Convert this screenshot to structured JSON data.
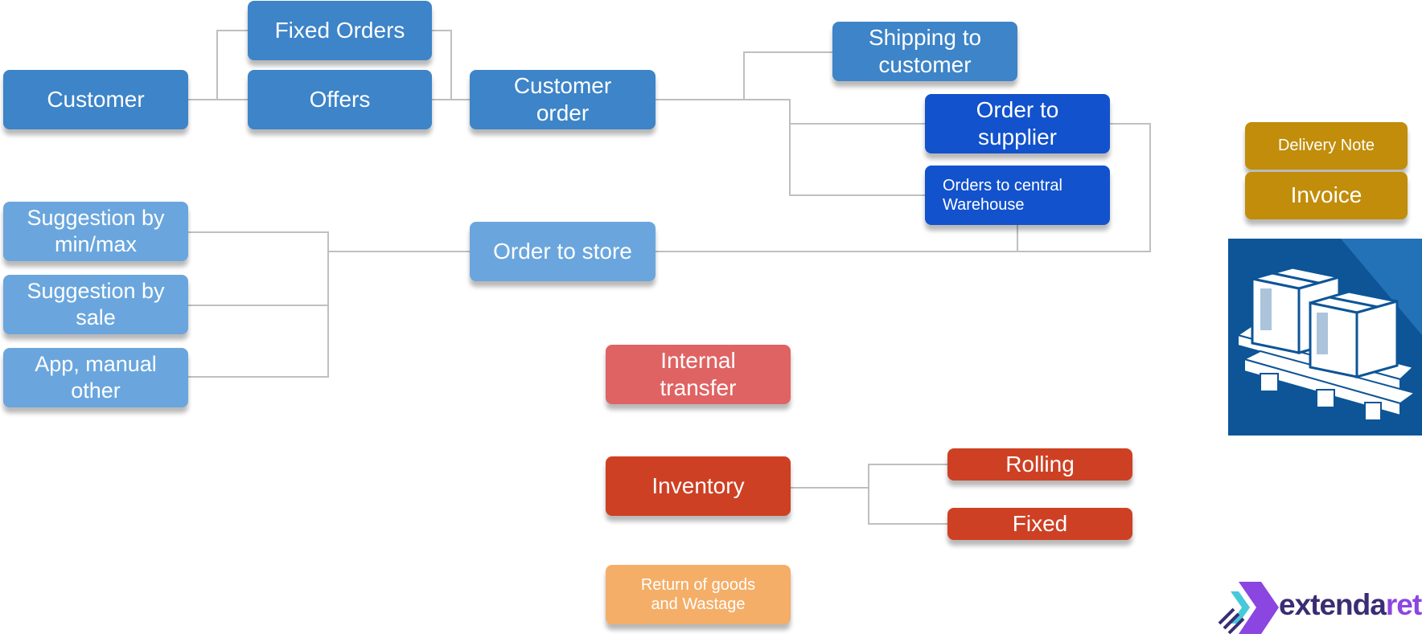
{
  "colors": {
    "blue_dark": "#1252cc",
    "blue_mid": "#3d84c8",
    "blue_light": "#6aa6dd",
    "red_soft": "#e06363",
    "red": "#ce4024",
    "orange_light": "#f4ae68",
    "gold": "#c18d0a",
    "connector": "#bfbfbf",
    "logo_dark": "#3b2d72",
    "logo_purple": "#8b45e0"
  },
  "nodes": {
    "customer": "Customer",
    "fixed_orders": "Fixed Orders",
    "offers": "Offers",
    "customer_order": "Customer\norder",
    "shipping_to_customer": "Shipping to\ncustomer",
    "order_to_supplier": "Order to\nsupplier",
    "orders_to_central_warehouse": "Orders to central\nWarehouse",
    "suggestion_min_max": "Suggestion by\nmin/max",
    "suggestion_sale": "Suggestion by\nsale",
    "app_manual_other": "App, manual\nother",
    "order_to_store": "Order to store",
    "internal_transfer": "Internal\ntransfer",
    "inventory": "Inventory",
    "rolling": "Rolling",
    "fixed": "Fixed",
    "return_of_goods": "Return of goods\nand Wastage",
    "delivery_note": "Delivery Note",
    "invoice": "Invoice"
  },
  "illustration": {
    "icon": "pallet-with-boxes-icon"
  },
  "logo": {
    "icon": "extenda-chevron-icon",
    "text_part1": "extenda",
    "text_part2": "retai"
  }
}
